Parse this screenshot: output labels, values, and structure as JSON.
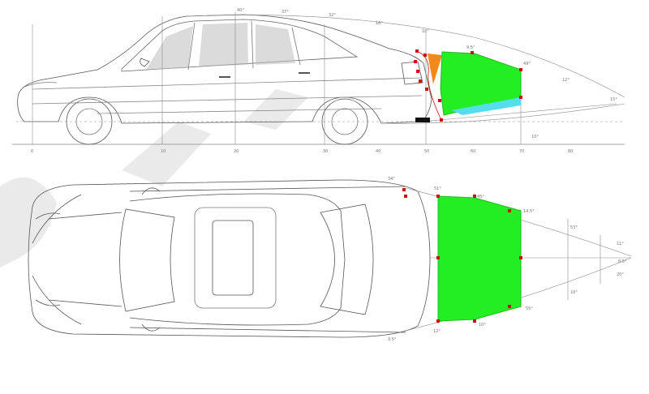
{
  "colors": {
    "line": "#555555",
    "light_line": "#9a9a9a",
    "fill_region": "#22ee22",
    "orange_wedge": "#f08a1c",
    "cyan_wedge": "#55ddee",
    "marker": "#cc1111",
    "watermark": "#e6e6e6"
  },
  "side_view": {
    "angle_labels": [
      "40°",
      "37°",
      "32°",
      "16°",
      "18°",
      "9.5°",
      "49°",
      "12°",
      "15°",
      "10°"
    ],
    "axis_ticks": [
      "0",
      "10",
      "20",
      "30",
      "40",
      "50",
      "60",
      "70",
      "80"
    ]
  },
  "top_view": {
    "angle_labels": [
      "34°",
      "51°",
      "45°",
      "14.5°",
      "53°",
      "11°",
      "20°",
      "18°",
      "55°",
      "10°",
      "12°",
      "3.5°",
      "8.5°"
    ]
  }
}
